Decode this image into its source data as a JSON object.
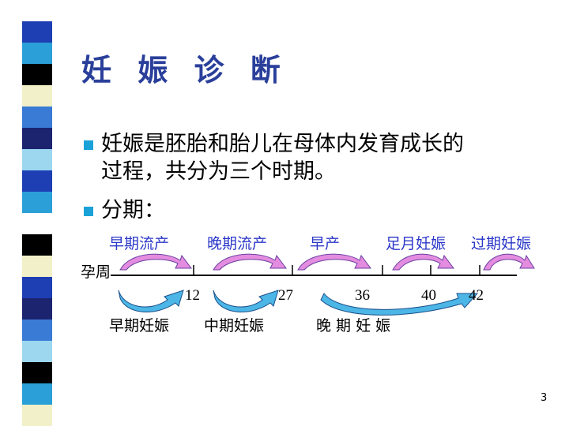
{
  "slide": {
    "title": "妊 娠 诊 断",
    "bullets": [
      {
        "line1": "妊娠是胚胎和胎儿在母体内发育成长的",
        "line2": "过程，共分为三个时期。"
      },
      {
        "line1": "分期："
      }
    ],
    "page_number": "3"
  },
  "timeline": {
    "axis_label": "孕周",
    "stages_top": [
      "早期流产",
      "晚期流产",
      "早产",
      "足月妊娠",
      "过期妊娠"
    ],
    "weeks": [
      "12",
      "27",
      "36",
      "40",
      "42"
    ],
    "periods_bottom": [
      "早期妊娠",
      "中期妊娠",
      "晚 期 妊 娠"
    ]
  },
  "colors": {
    "title": "#2a3f9a",
    "bullet": "#1aa2d8",
    "stage_text": "#2b37c9",
    "arrow_fill": "#4cb6e6",
    "arrow_top_fill": "#e48ce0",
    "stripe": [
      "#ffffff",
      "#1e3fb4",
      "#2ba0d8",
      "#000000",
      "#f2f0c8",
      "#3a7bd5",
      "#1c2470",
      "#9cd7ef"
    ]
  }
}
